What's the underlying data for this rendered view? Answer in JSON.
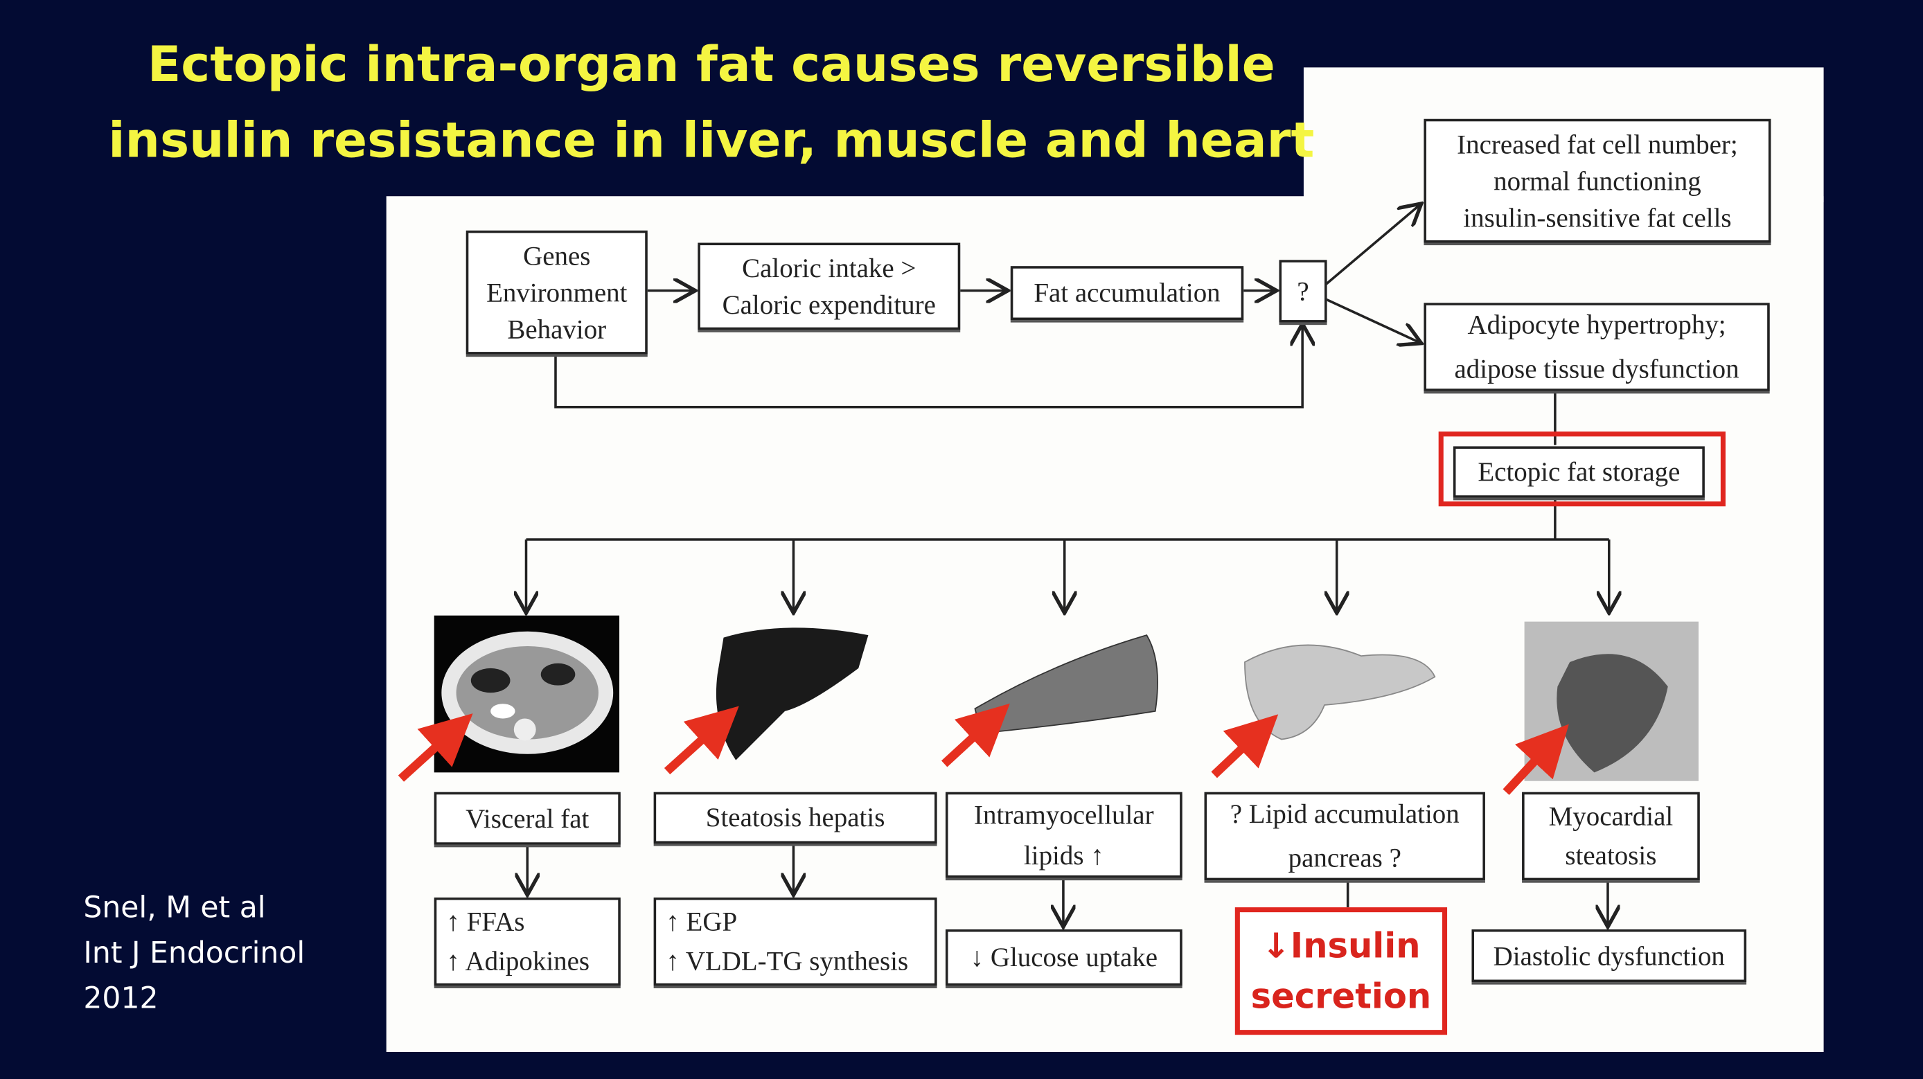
{
  "title": {
    "line1": "Ectopic intra-organ fat causes reversible",
    "line2": "insulin resistance in liver, muscle and heart"
  },
  "citation": {
    "line1": "Snel, M et al",
    "line2": "Int J Endocrinol",
    "line3": "2012"
  },
  "diagram": {
    "genes": [
      "Genes",
      "Environment",
      "Behavior"
    ],
    "caloric": [
      "Caloric intake >",
      "Caloric expenditure"
    ],
    "fat_accumulation": "Fat accumulation",
    "question": "?",
    "increased": [
      "Increased fat cell number;",
      "normal functioning",
      "insulin-sensitive fat cells"
    ],
    "adipocyte": [
      "Adipocyte hypertrophy;",
      "adipose tissue dysfunction"
    ],
    "ectopic": "Ectopic fat storage",
    "organs": [
      {
        "label": [
          "Visceral fat"
        ],
        "effect": [
          "↑ FFAs",
          "↑ Adipokines"
        ]
      },
      {
        "label": [
          "Steatosis hepatis"
        ],
        "effect": [
          "↑ EGP",
          "↑ VLDL-TG synthesis"
        ]
      },
      {
        "label": [
          "Intramyocellular",
          "lipids ↑"
        ],
        "effect": [
          "↓ Glucose uptake"
        ]
      },
      {
        "label": [
          "? Lipid accumulation",
          "pancreas ?"
        ],
        "effect": [
          "↓Insulin",
          "secretion"
        ]
      },
      {
        "label": [
          "Myocardial",
          "steatosis"
        ],
        "effect": [
          "Diastolic dysfunction"
        ]
      }
    ]
  },
  "colors": {
    "background": "#030b33",
    "title": "#f4f542",
    "highlight": "#e0261f"
  }
}
